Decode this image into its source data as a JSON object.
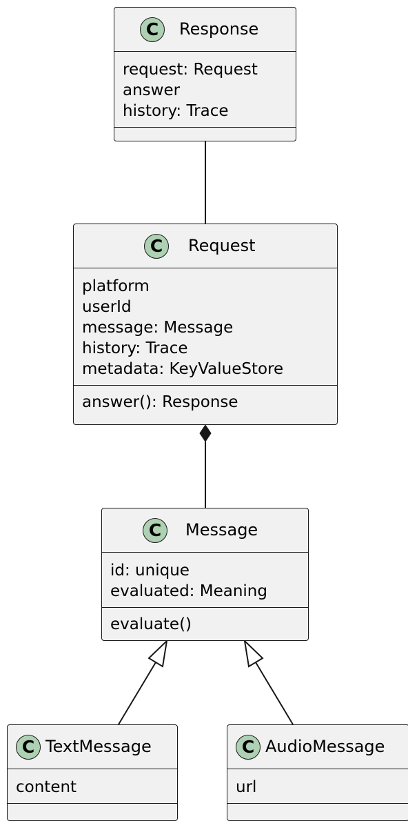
{
  "diagram": {
    "classes": {
      "response": {
        "badge": "C",
        "name": "Response",
        "attributes": [
          "request: Request",
          "answer",
          "history: Trace"
        ],
        "methods": []
      },
      "request": {
        "badge": "C",
        "name": "Request",
        "attributes": [
          "platform",
          "userId",
          "message: Message",
          "history: Trace",
          "metadata: KeyValueStore"
        ],
        "methods": [
          "answer(): Response"
        ]
      },
      "message": {
        "badge": "C",
        "name": "Message",
        "attributes": [
          "id: unique",
          "evaluated: Meaning"
        ],
        "methods": [
          "evaluate()"
        ]
      },
      "text_message": {
        "badge": "C",
        "name": "TextMessage",
        "attributes": [
          "content"
        ],
        "methods": []
      },
      "audio_message": {
        "badge": "C",
        "name": "AudioMessage",
        "attributes": [
          "url"
        ],
        "methods": []
      }
    },
    "relations": [
      {
        "from": "Response",
        "to": "Request",
        "type": "association"
      },
      {
        "from": "Request",
        "to": "Message",
        "type": "composition"
      },
      {
        "from": "TextMessage",
        "to": "Message",
        "type": "inheritance"
      },
      {
        "from": "AudioMessage",
        "to": "Message",
        "type": "inheritance"
      }
    ],
    "colors": {
      "class_fill": "#f1f1f1",
      "border": "#181818",
      "badge_fill": "#add1b2"
    }
  }
}
